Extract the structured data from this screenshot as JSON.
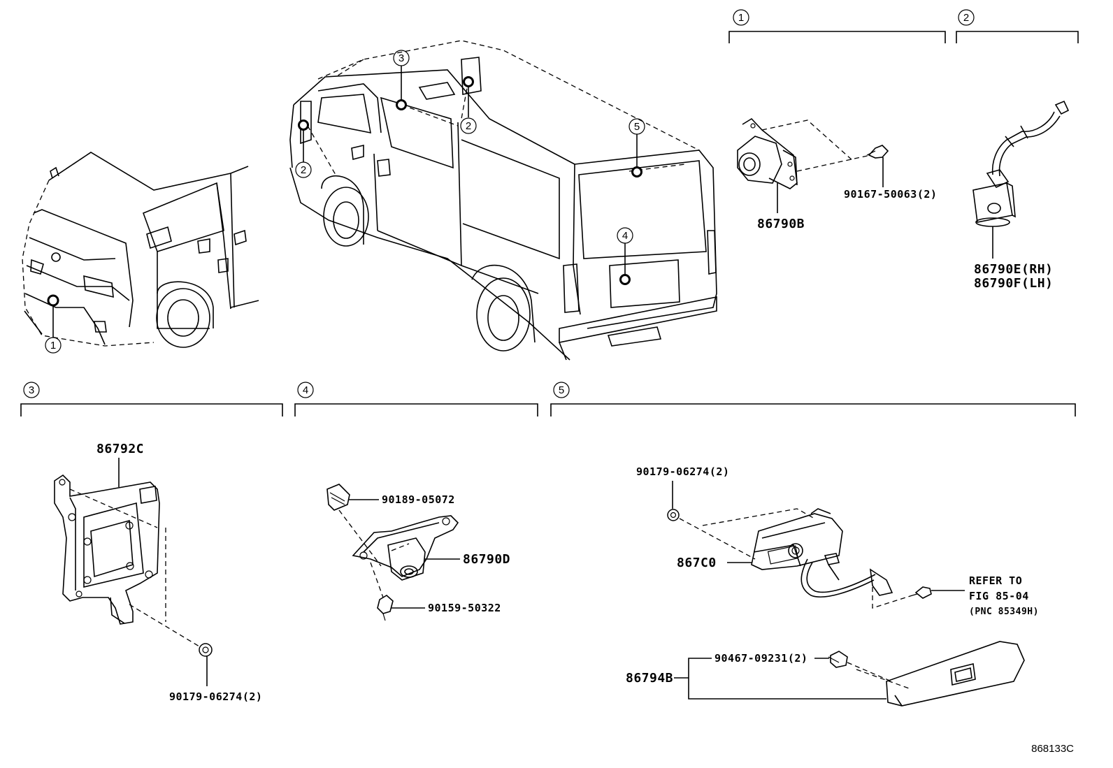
{
  "callouts": {
    "c1": "1",
    "c2": "2",
    "c3": "3",
    "c4": "4",
    "c5": "5"
  },
  "parts": {
    "p_86790B": "86790B",
    "p_90167": "90167-50063(2)",
    "p_86790E": "86790E(RH)",
    "p_86790F": "86790F(LH)",
    "p_86792C": "86792C",
    "p_90179_a": "90179-06274(2)",
    "p_90189": "90189-05072",
    "p_86790D": "86790D",
    "p_90159": "90159-50322",
    "p_90179_b": "90179-06274(2)",
    "p_867C0": "867C0",
    "p_refer1": "REFER TO",
    "p_refer2": "FIG 85-04",
    "p_refer3": "(PNC 85349H)",
    "p_90467": "90467-09231(2)",
    "p_86794B": "86794B"
  },
  "figure_code": "868133C"
}
